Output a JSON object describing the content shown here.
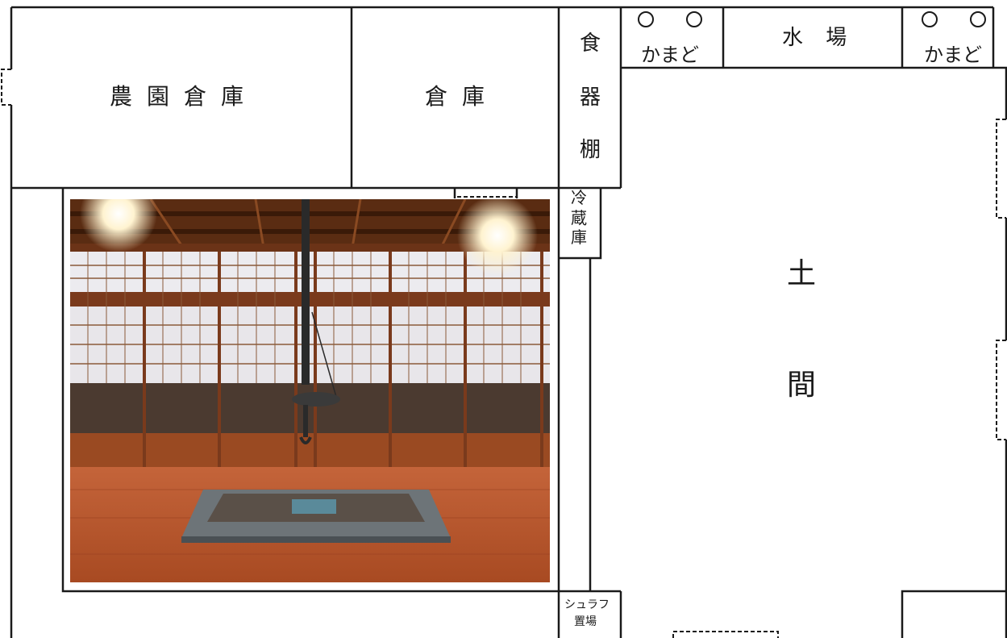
{
  "rooms": {
    "farm_storage": "農園倉庫",
    "storage": "倉庫",
    "dish_shelf": [
      "食",
      "器",
      "棚"
    ],
    "kamado_left": "かまど",
    "water_area": "水 場",
    "kamado_right": "かまど",
    "fridge": [
      "冷",
      "蔵",
      "庫"
    ],
    "doma": [
      "土",
      "間"
    ],
    "sled_storage": [
      "シュラフ",
      "置場"
    ]
  },
  "photo": {
    "subject": "irori-hearth-room"
  },
  "colors": {
    "line": "#1a1a1a",
    "background": "#ffffff",
    "floor": "#b5552a",
    "wood": "#7a3a1c",
    "shoji": "#f2f2f2"
  }
}
